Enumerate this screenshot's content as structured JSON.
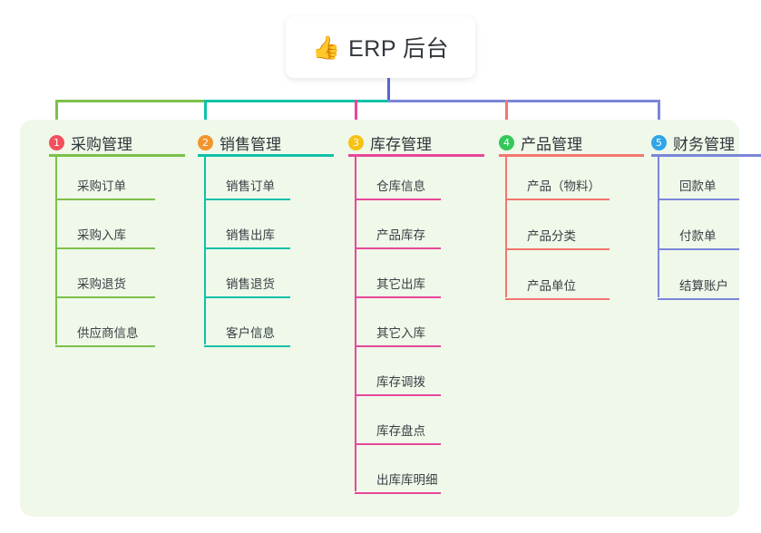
{
  "root": {
    "icon": "thumbs-up-emoji",
    "emoji": "👍",
    "title": "ERP 后台"
  },
  "palette": {
    "panel_bg": "#eff8e9",
    "card_bg": "#ffffff",
    "text": "#32373c",
    "green": "#7cc04b",
    "teal": "#0fc1a8",
    "pink": "#e8479b",
    "red": "#f4766f",
    "blue": "#7b86d9",
    "root_stem": "#5a63d0",
    "badge_1": "#f4505c",
    "badge_2": "#f2952c",
    "badge_3": "#f6c213",
    "badge_4": "#34c759",
    "badge_5": "#31a5e8"
  },
  "columns": [
    {
      "number": "1",
      "title": "采购管理",
      "badge_color": "#f4505c",
      "line_color": "#7cc04b",
      "items": [
        {
          "label": "采购订单"
        },
        {
          "label": "采购入库"
        },
        {
          "label": "采购退货"
        },
        {
          "label": "供应商信息"
        }
      ]
    },
    {
      "number": "2",
      "title": "销售管理",
      "badge_color": "#f2952c",
      "line_color": "#0fc1a8",
      "items": [
        {
          "label": "销售订单"
        },
        {
          "label": "销售出库"
        },
        {
          "label": "销售退货"
        },
        {
          "label": "客户信息"
        }
      ]
    },
    {
      "number": "3",
      "title": "库存管理",
      "badge_color": "#f6c213",
      "line_color": "#e8479b",
      "items": [
        {
          "label": "仓库信息"
        },
        {
          "label": "产品库存"
        },
        {
          "label": "其它出库"
        },
        {
          "label": "其它入库"
        },
        {
          "label": "库存调拨"
        },
        {
          "label": "库存盘点"
        },
        {
          "label": "出库库明细"
        }
      ]
    },
    {
      "number": "4",
      "title": "产品管理",
      "badge_color": "#34c759",
      "line_color": "#f4766f",
      "items": [
        {
          "label": "产品（物料）"
        },
        {
          "label": "产品分类"
        },
        {
          "label": "产品单位"
        }
      ]
    },
    {
      "number": "5",
      "title": "财务管理",
      "badge_color": "#31a5e8",
      "line_color": "#7b86d9",
      "items": [
        {
          "label": "回款单"
        },
        {
          "label": "付款单"
        },
        {
          "label": "结算账户"
        }
      ]
    }
  ]
}
